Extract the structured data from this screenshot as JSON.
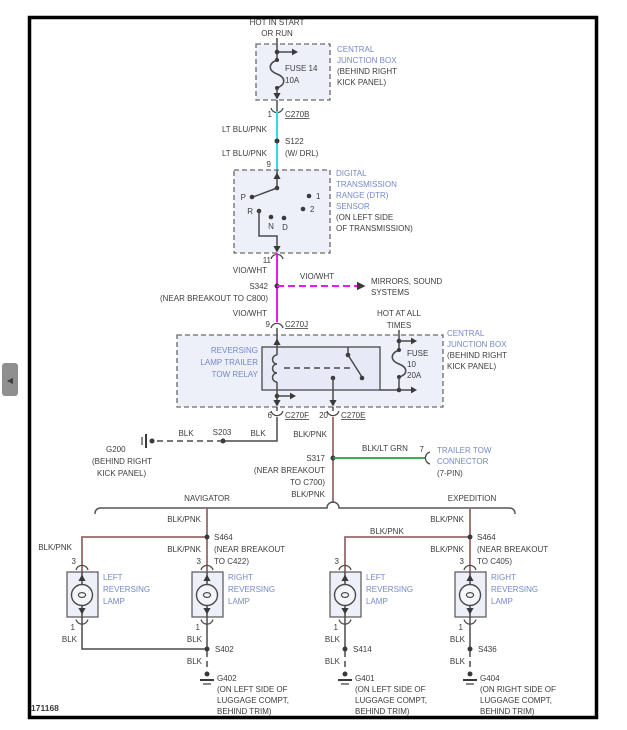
{
  "figure_id": "171168",
  "icons": {
    "back": "◀"
  },
  "wire_labels": {
    "lt_blu_pnk": "LT BLU/PNK",
    "vio_wht": "VIO/WHT",
    "blk": "BLK",
    "blk_pnk": "BLK/PNK",
    "blk_lt_grn": "BLK/LT GRN"
  },
  "power": {
    "hot_in_start": "HOT IN START",
    "or_run": "OR RUN",
    "hot_at_all": "HOT AT ALL",
    "times": "TIMES"
  },
  "central_junction_box": {
    "line1": "CENTRAL",
    "line2": "JUNCTION BOX",
    "line3": "(BEHIND RIGHT",
    "line4": "KICK PANEL)"
  },
  "fuse14": {
    "label": "FUSE 14",
    "rating": "10A"
  },
  "fuse10": {
    "label": "FUSE",
    "number": "10",
    "rating": "20A"
  },
  "dtr": {
    "line1": "DIGITAL",
    "line2": "TRANSMISSION",
    "line3": "RANGE (DTR)",
    "line4": "SENSOR",
    "line5": "(ON LEFT SIDE",
    "line6": "OF TRANSMISSION)",
    "pos_p": "P",
    "pos_r": "R",
    "pos_n": "N",
    "pos_d": "D",
    "pos_1": "1",
    "pos_2": "2"
  },
  "relay": {
    "line1": "REVERSING",
    "line2": "LAMP TRAILER",
    "line3": "TOW RELAY"
  },
  "mirrors": {
    "line1": "MIRRORS, SOUND",
    "line2": "SYSTEMS"
  },
  "trailer_connector": {
    "line1": "TRAILER TOW",
    "line2": "CONNECTOR",
    "line3": "(7-PIN)",
    "pin": "7"
  },
  "connectors": {
    "c270b": "C270B",
    "c270j": "C270J",
    "c270f": "C270F",
    "c270e": "C270E"
  },
  "pins": {
    "p1": "1",
    "p3": "3",
    "p6": "6",
    "p9": "9",
    "p11": "11",
    "p20": "20"
  },
  "splices": {
    "s122": "S122",
    "s122_note": "(W/ DRL)",
    "s342": "S342",
    "s342_note": "(NEAR BREAKOUT TO C800)",
    "s203": "S203",
    "s317": "S317",
    "s317_note1": "(NEAR BREAKOUT",
    "s317_note2": "TO C700)",
    "s464": "S464",
    "s464_note1": "(NEAR BREAKOUT",
    "s464_nav_note2": "TO C422)",
    "s464_exp_note2": "TO C405)",
    "s402": "S402",
    "s414": "S414",
    "s436": "S436"
  },
  "grounds": {
    "g200": "G200",
    "g200_note1": "(BEHIND RIGHT",
    "g200_note2": "KICK PANEL)",
    "g402": "G402",
    "g401": "G401",
    "g404": "G404",
    "left_side": "(ON LEFT SIDE OF",
    "right_side": "(ON RIGHT SIDE OF",
    "luggage": "LUGGAGE COMPT,",
    "trim": "BEHIND TRIM)"
  },
  "branches": {
    "navigator": "NAVIGATOR",
    "expedition": "EXPEDITION"
  },
  "lamps": {
    "left": "LEFT",
    "right": "RIGHT",
    "reversing": "REVERSING",
    "lamp": "LAMP"
  },
  "colors": {
    "wire_lt_blu_pnk": "#2BDFE6",
    "wire_vio_wht": "#F316F3",
    "wire_blk_pnk": "#976A6A",
    "wire_blk_lt_grn": "#23A33C",
    "wire_blk": "#4A4A4A",
    "label_blue": "#7589C7",
    "text": "#3D3D3D",
    "box_fill": "#EDEFF9"
  }
}
